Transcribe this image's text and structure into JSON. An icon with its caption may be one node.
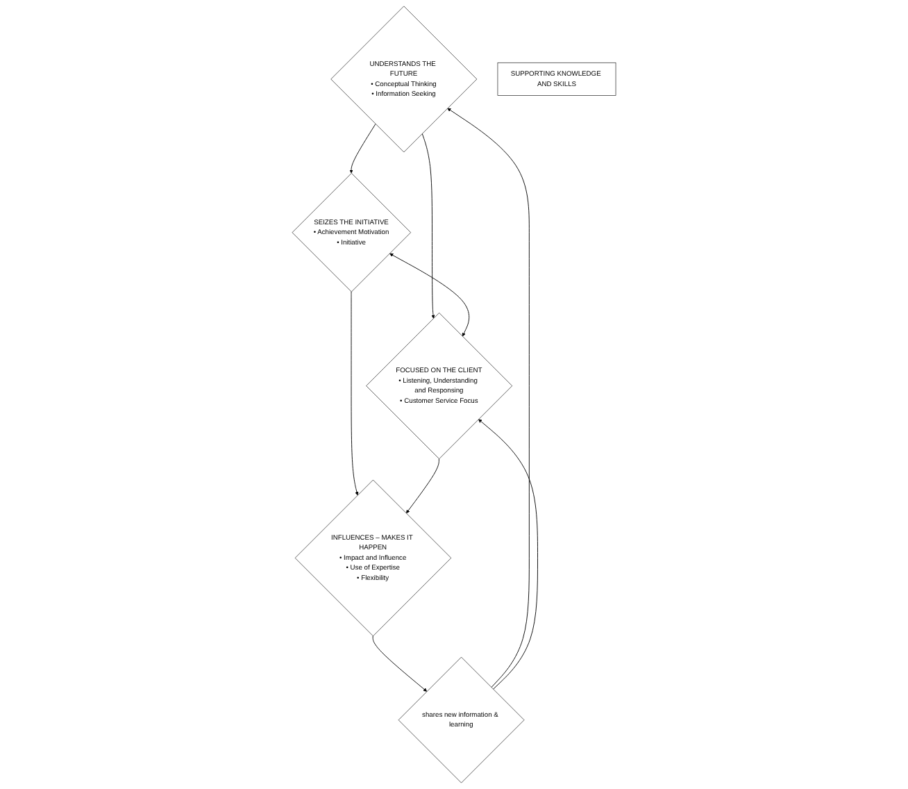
{
  "diagram": {
    "nodes": [
      {
        "text": [
          "UNDERSTANDS THE FUTURE",
          "• Conceptual Thinking",
          "• Information Seeking"
        ]
      },
      {
        "text": [
          "SEIZES THE INITIATIVE",
          "• Achievement Motivation",
          "• Initiative"
        ]
      },
      {
        "text": [
          "FOCUSED ON THE CLIENT",
          "• Listening, Understanding and Responsing",
          "• Customer Service Focus"
        ]
      },
      {
        "text": [
          "INFLUENCES – MAKES IT HAPPEN",
          "• Impact and Influence",
          "• Use of Expertise",
          "• Flexibility"
        ]
      },
      {
        "text": [
          "shares new information & learning"
        ]
      },
      {
        "text": [
          "SUPPORTING KNOWLEDGE AND SKILLS"
        ]
      }
    ],
    "edges": [
      {
        "from": 0,
        "to": 1,
        "arrow": "to"
      },
      {
        "from": 0,
        "to": 2,
        "arrow": "to"
      },
      {
        "from": 1,
        "to": 2,
        "arrow": "both"
      },
      {
        "from": 1,
        "to": 3,
        "arrow": "to"
      },
      {
        "from": 2,
        "to": 3,
        "arrow": "to"
      },
      {
        "from": 3,
        "to": 4,
        "arrow": "to"
      },
      {
        "from": 4,
        "to": 0,
        "arrow": "to"
      },
      {
        "from": 4,
        "to": 2,
        "arrow": "to"
      }
    ]
  }
}
